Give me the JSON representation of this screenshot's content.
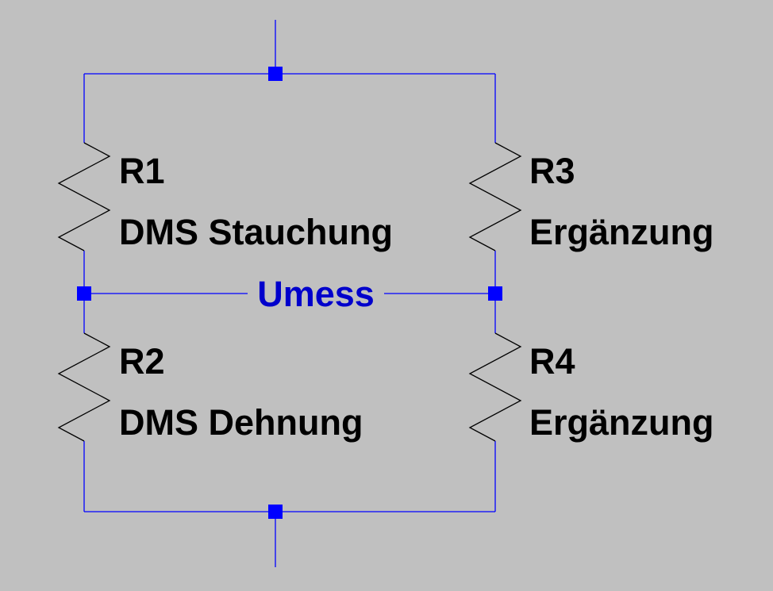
{
  "resistors": [
    {
      "name": "R1",
      "value": "DMS Stauchung"
    },
    {
      "name": "R2",
      "value": "DMS Dehnung"
    },
    {
      "name": "R3",
      "value": "Ergänzung"
    },
    {
      "name": "R4",
      "value": "Ergänzung"
    }
  ],
  "net_label": "Umess",
  "colors": {
    "background": "#c0c0c0",
    "wire": "#0000ff",
    "component": "#000000",
    "net_label": "#0000cc"
  }
}
